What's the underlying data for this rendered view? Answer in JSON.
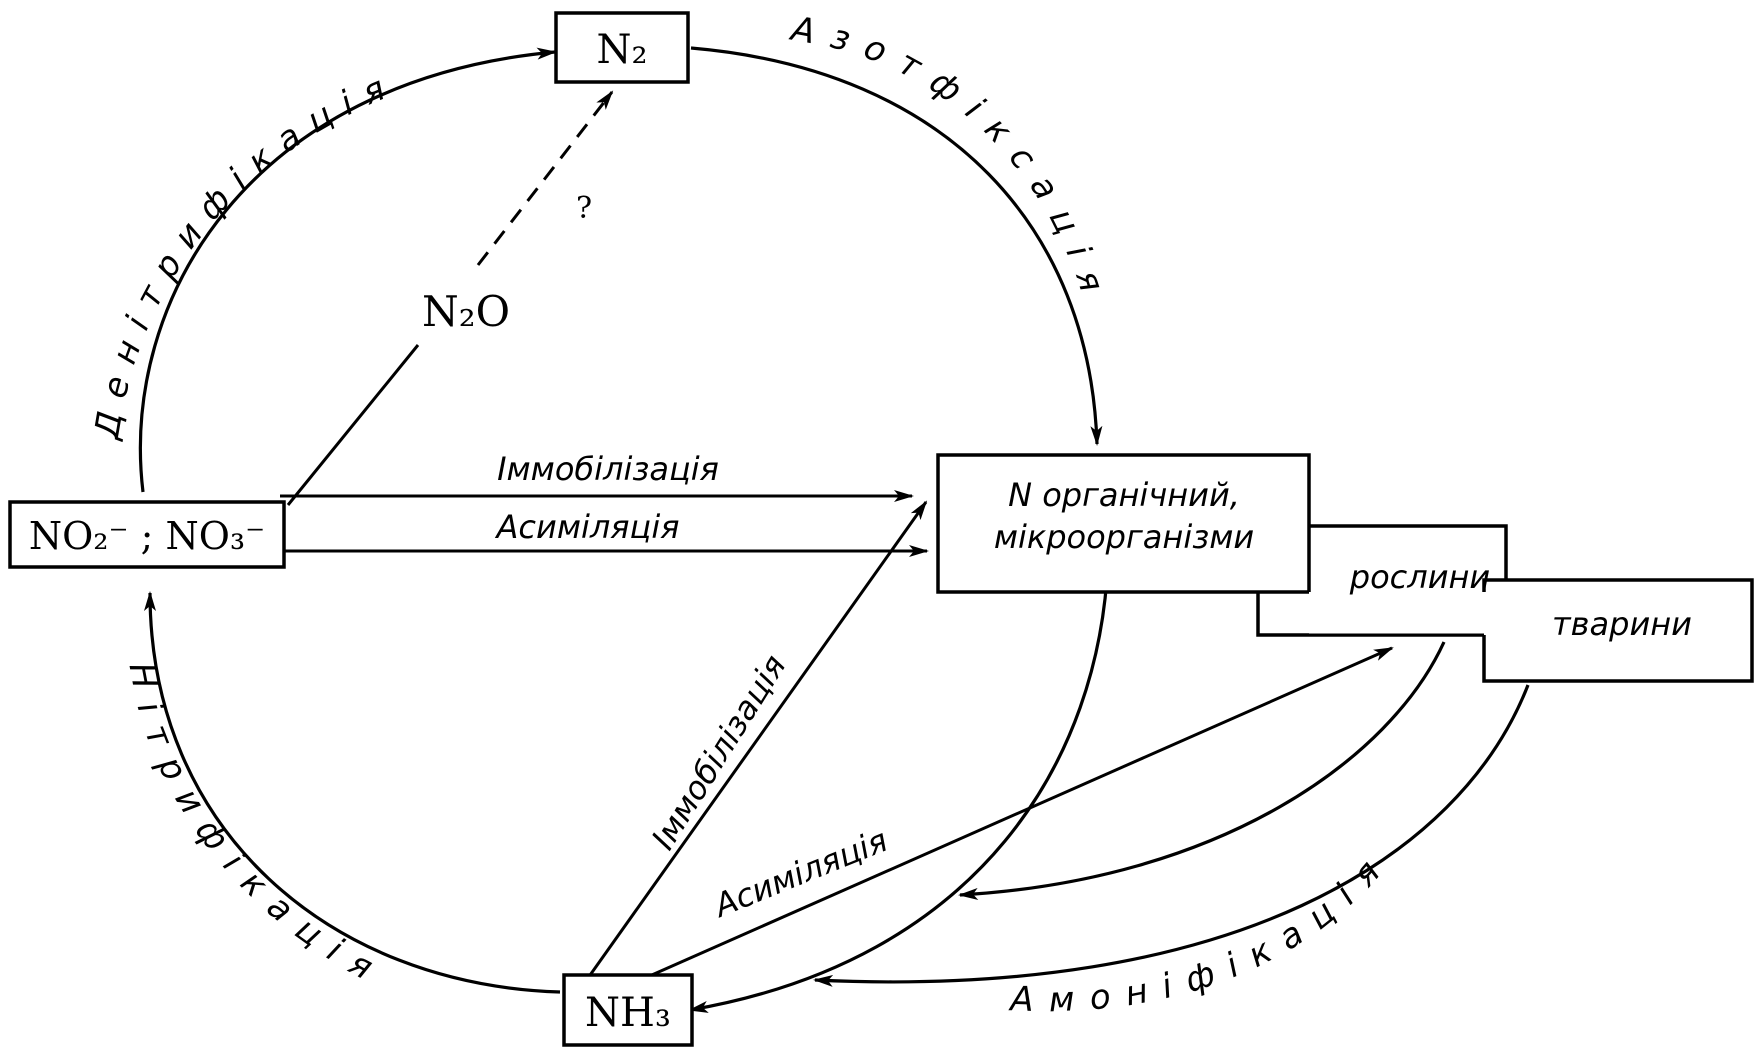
{
  "nodes": {
    "n2": "N₂",
    "n2o": "N₂O",
    "nitrate": "NO₂⁻ ; NO₃⁻",
    "nh3": "NH₃",
    "organic_line1": "N органічний,",
    "organic_line2": "мікроорганізми",
    "plants": "рослини",
    "animals": "тварини"
  },
  "processes": {
    "denitrification": "Денітрифікація",
    "nitrogen_fixation": "Азотфіксація",
    "nitrification": "Нітрифікація",
    "ammonification": "Амоніфікація",
    "immobilization_top": "Іммобілізація",
    "assimilation_top": "Асиміляція",
    "immobilization_diag": "Іммобілізація",
    "assimilation_diag": "Асиміляція",
    "unknown_mark": "?"
  }
}
